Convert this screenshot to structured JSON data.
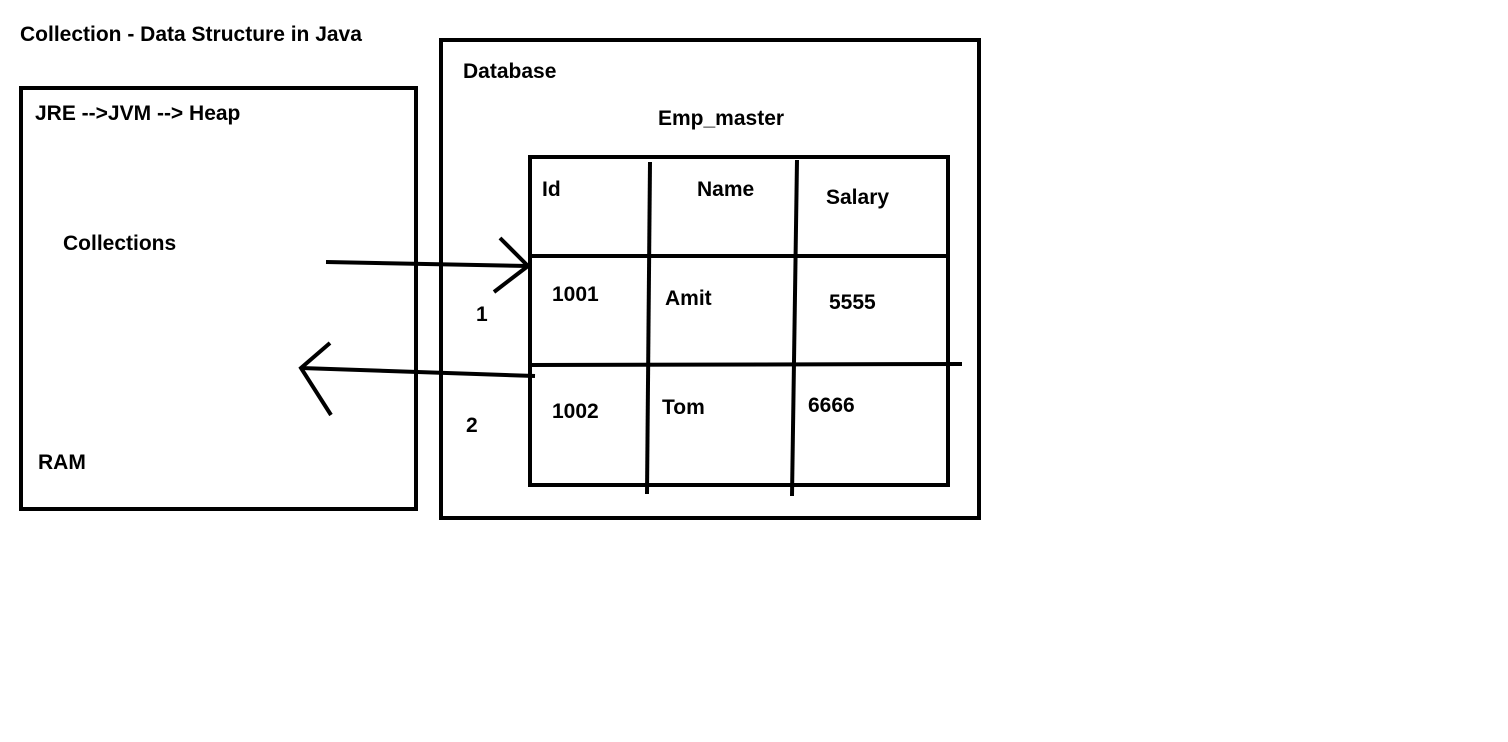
{
  "title": "Collection - Data Structure in Java",
  "ram_box": {
    "heading": "JRE -->JVM --> Heap",
    "inner_label": "Collections",
    "footer_label": "RAM"
  },
  "database_box": {
    "heading": "Database",
    "table_name": "Emp_master",
    "table": {
      "headers": [
        "Id",
        "Name",
        "Salary"
      ],
      "rows": [
        [
          "1001",
          "Amit",
          "5555"
        ],
        [
          "1002",
          "Tom",
          "6666"
        ]
      ]
    }
  },
  "arrows": {
    "step1_label": "1",
    "step2_label": "2"
  }
}
